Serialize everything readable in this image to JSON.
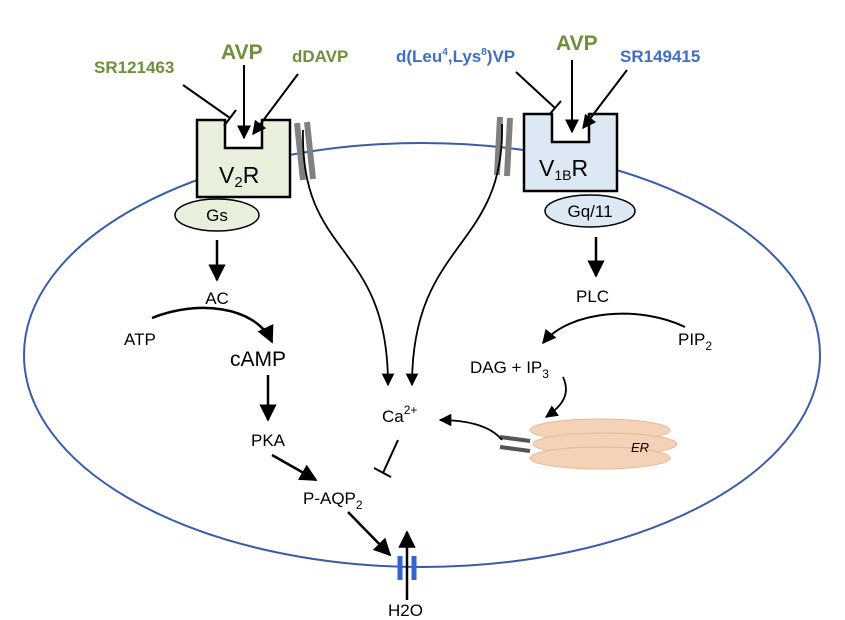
{
  "left_pathway": {
    "antagonist": "SR121463",
    "agonist": "AVP",
    "selective_agonist": "dDAVP",
    "receptor": {
      "base": "V",
      "sub": "2",
      "suffix": "R"
    },
    "g_protein": "Gs",
    "enzyme": "AC",
    "substrate": "ATP",
    "second_messenger": "cAMP",
    "kinase": "PKA",
    "target": {
      "base": "P-AQP",
      "sub": "2"
    }
  },
  "right_pathway": {
    "antagonist": {
      "a": "d(Leu",
      "a_sup": "4",
      "b": ",Lys",
      "b_sup": "8",
      "c": ")VP"
    },
    "agonist": "AVP",
    "selective_agonist": "SR149415",
    "receptor": {
      "base": "V",
      "sub": "1B",
      "suffix": "R"
    },
    "g_protein": "Gq/11",
    "enzyme": "PLC",
    "substrate": {
      "base": "PIP",
      "sub": "2"
    },
    "products": {
      "base": "DAG + IP",
      "sub": "3"
    },
    "organelle": "ER"
  },
  "calcium": {
    "base": "Ca",
    "sup": "2+"
  },
  "water": "H2O",
  "colors": {
    "cell_membrane": "#3a5ca8",
    "left_receptor_fill": "#e8f0dc",
    "right_receptor_fill": "#dde8f5",
    "green_label": "#6f8f3a",
    "blue_label": "#3f6fc4",
    "er_fill": "#f4d2b8",
    "channel_gray": "#808080",
    "aquaporin": "#3366cc"
  }
}
